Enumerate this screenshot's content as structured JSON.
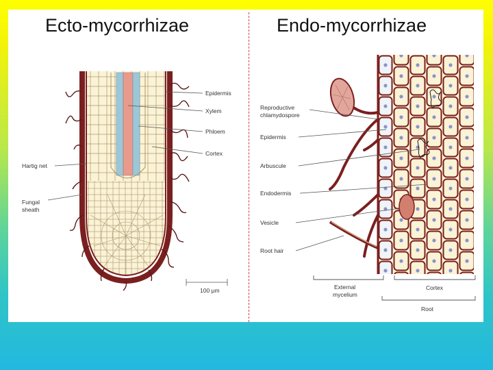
{
  "titles": {
    "left": "Ecto-mycorrhizae",
    "right": "Endo-mycorrhizae"
  },
  "ecto": {
    "labels": {
      "epidermis": "Epidermis",
      "xylem": "Xylem",
      "phloem": "Phloem",
      "cortex": "Cortex",
      "hartig_net": "Hartig net",
      "fungal_sheath_1": "Fungal",
      "fungal_sheath_2": "sheath"
    },
    "scale_bar": "100 µm"
  },
  "endo": {
    "labels": {
      "reproductive_1": "Reproductive",
      "reproductive_2": "chlamydospore",
      "epidermis": "Epidermis",
      "arbuscule": "Arbuscule",
      "endodermis": "Endodermis",
      "vesicle": "Vesicle",
      "root_hair": "Root hair"
    },
    "brackets": {
      "external_1": "External",
      "external_2": "mycelium",
      "cortex": "Cortex",
      "root": "Root"
    }
  },
  "colors": {
    "fungus": "#7a1f1f",
    "cell_fill": "#fbf3d6",
    "xylem": "#e89a8c",
    "phloem": "#9cc7d8"
  }
}
